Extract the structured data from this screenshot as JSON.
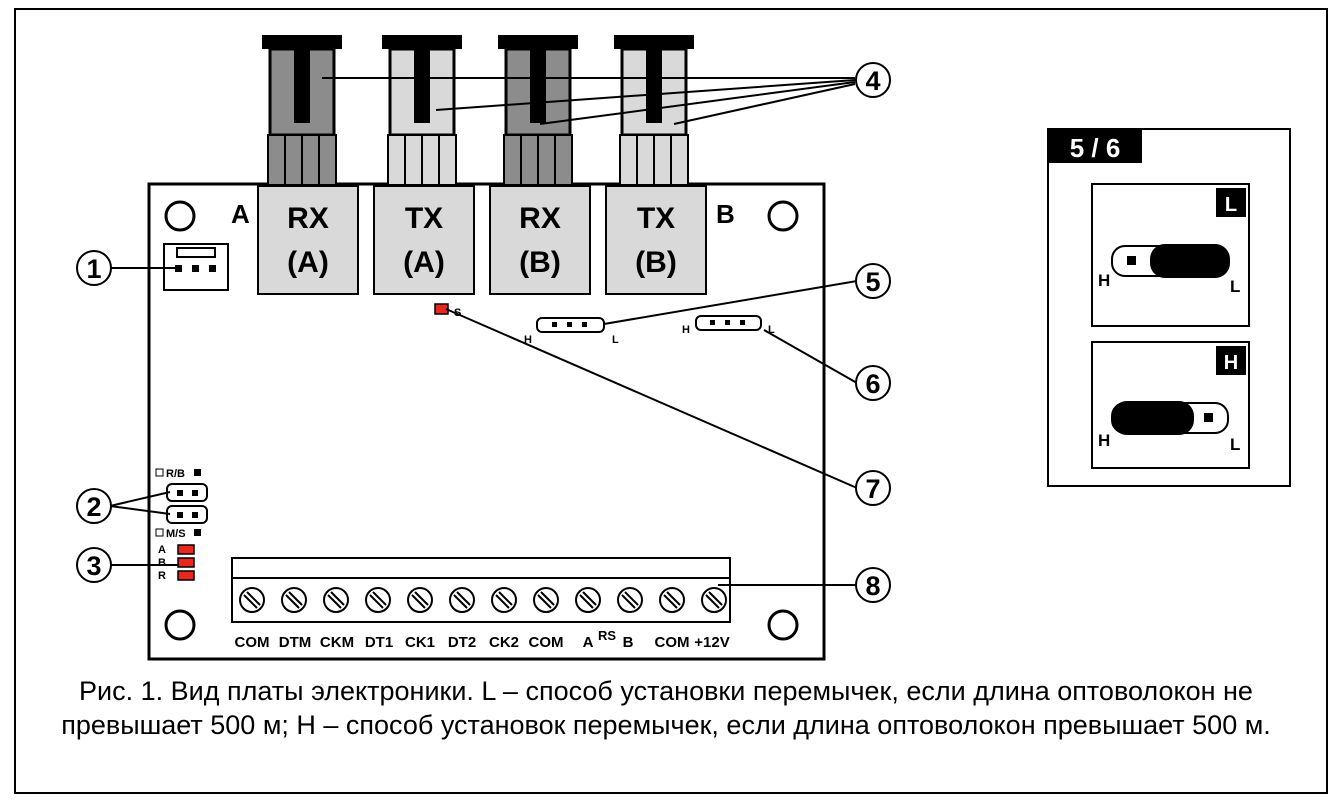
{
  "board": {
    "corner_a": "A",
    "corner_b": "B",
    "ports": [
      {
        "line1": "RX",
        "line2": "(A)"
      },
      {
        "line1": "TX",
        "line2": "(A)"
      },
      {
        "line1": "RX",
        "line2": "(B)"
      },
      {
        "line1": "TX",
        "line2": "(B)"
      }
    ],
    "jumper_rb_label": "R/B",
    "jumper_ms_label": "M/S",
    "leds": [
      "A",
      "B",
      "R"
    ],
    "led_s_label": "S",
    "jumper_h_label": "H",
    "jumper_l_label": "L",
    "terminals": [
      "COM",
      "DTM",
      "CKM",
      "DT1",
      "CK1",
      "DT2",
      "CK2",
      "COM",
      "A",
      "B",
      "COM",
      "+12V"
    ],
    "terminal_rs_label": "RS"
  },
  "callouts": [
    "1",
    "2",
    "3",
    "4",
    "5",
    "6",
    "7",
    "8"
  ],
  "inset": {
    "title": "5 / 6",
    "panel_l_tag": "L",
    "panel_h_tag": "H",
    "h_label": "H",
    "l_label": "L"
  },
  "caption": {
    "text": "Рис. 1. Вид платы электроники. L – способ установки перемычек, если длина оптоволокон не превышает 500 м; H – способ установок перемычек, если длина оптоволокон превышает 500 м."
  },
  "colors": {
    "led": "#e8281e",
    "connector_dark": "#8c8c8c",
    "connector_light": "#d9d9d9",
    "ink": "#000000"
  }
}
